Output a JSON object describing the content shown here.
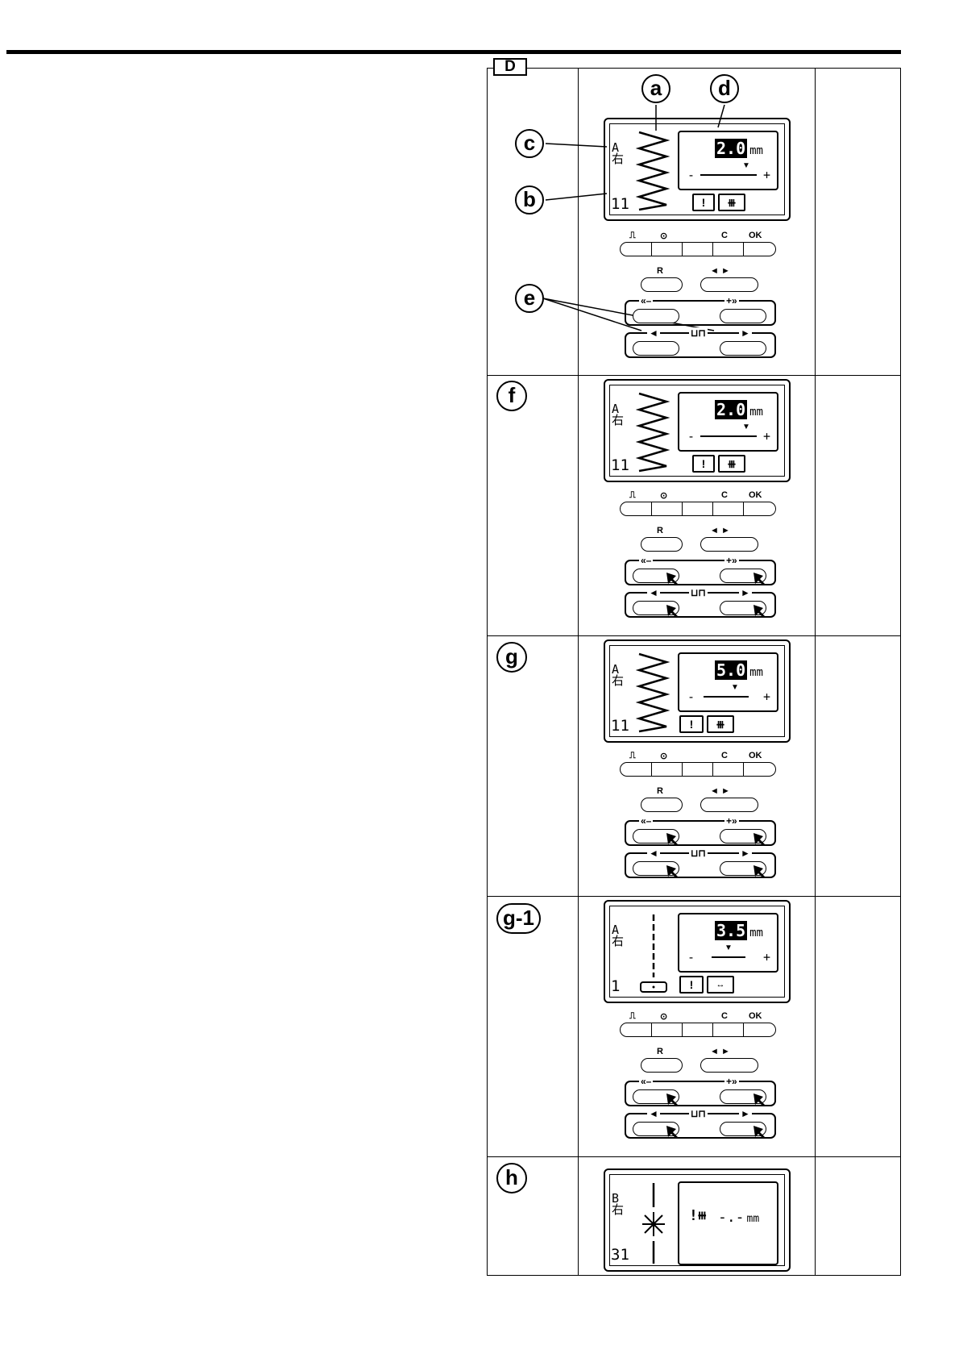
{
  "figure": {
    "label": "D"
  },
  "steps": [
    {
      "id": "d-main",
      "badge": ""
    },
    {
      "id": "f",
      "badge": "f"
    },
    {
      "id": "g",
      "badge": "g"
    },
    {
      "id": "g1",
      "badge": "g-1"
    },
    {
      "id": "h",
      "badge": "h"
    }
  ],
  "callouts": {
    "a": "a",
    "b": "b",
    "c": "c",
    "d": "d",
    "e": "e"
  },
  "lcd": {
    "mode_top": "A",
    "mode_bottom": "右",
    "mode_b_top": "B",
    "pattern_zigzag": "11",
    "pattern_straight": "1",
    "pattern_h": "31",
    "values": {
      "d": "2.0",
      "f": "2.0",
      "g": "5.0",
      "g1": "3.5"
    },
    "unit": "mm",
    "minus": "-",
    "plus": "+",
    "tab_warning": "!",
    "h_value": "-.-",
    "h_unit": "mm"
  },
  "panel": {
    "key_labels": {
      "presser_foot": "⎍",
      "needle": "⊙",
      "clear": "C",
      "ok": "OK"
    },
    "reverse": "R",
    "left_right": "◄ ►",
    "minus_btn": "«–",
    "plus_btn": "+»",
    "left_btn": "◄",
    "right_btn": "►"
  }
}
